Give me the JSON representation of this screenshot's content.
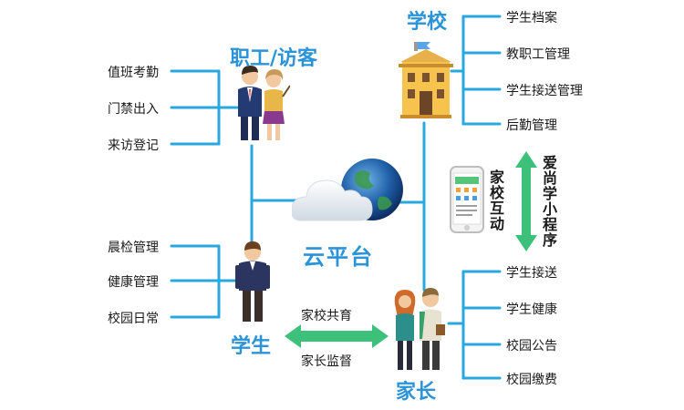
{
  "staff": {
    "title": "职工/访客",
    "items": [
      "值班考勤",
      "门禁出入",
      "来访登记"
    ]
  },
  "school": {
    "title": "学校",
    "items": [
      "学生档案",
      "教职工管理",
      "学生接送管理",
      "后勤管理"
    ]
  },
  "student": {
    "title": "学生",
    "items": [
      "晨检管理",
      "健康管理",
      "校园日常"
    ]
  },
  "parent": {
    "title": "家长",
    "items": [
      "学生接送",
      "学生健康",
      "校园公告",
      "校园缴费"
    ]
  },
  "center": {
    "label": "云平台"
  },
  "interaction": {
    "label": "家校互动",
    "program": "爱尚学小程序"
  },
  "student_parent": {
    "top": "家校共育",
    "bottom": "家长监督"
  },
  "colors": {
    "line": "#29a8e0",
    "arrow": "#3cc07a",
    "heading": "#2b93d8"
  }
}
